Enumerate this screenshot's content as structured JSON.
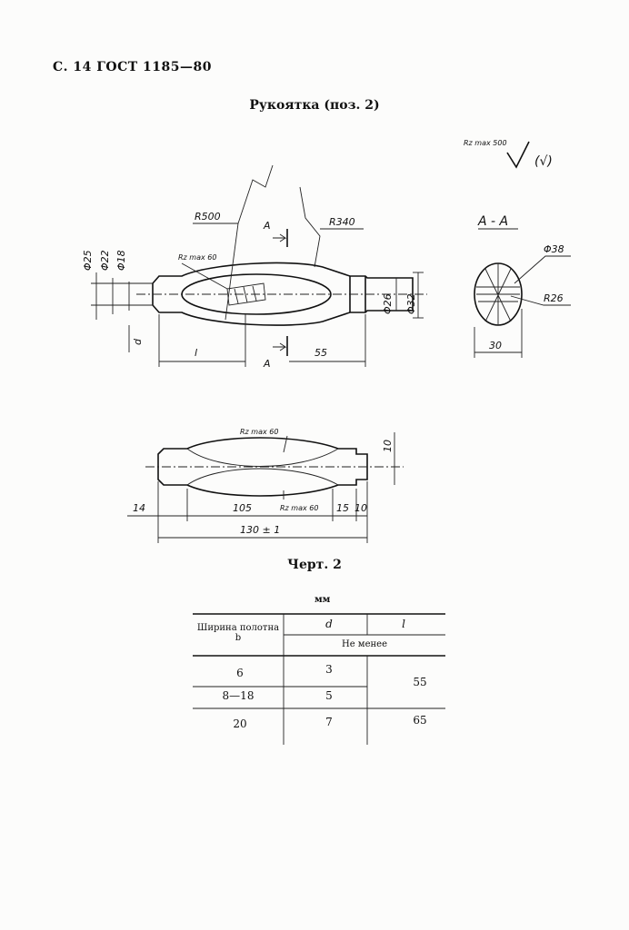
{
  "header": {
    "page_ref": "С. 14 ГОСТ 1185—80"
  },
  "drawing": {
    "title": "Рукоятка (поз. 2)",
    "roughness_general": "Rz max 500",
    "roughness_other": "(√)",
    "section_label": "A - A",
    "section_mark_top": "A",
    "section_mark_bottom": "A",
    "dims": {
      "r500": "R500",
      "r340": "R340",
      "d25": "Φ25",
      "d22": "Φ22",
      "d18": "Φ18",
      "rz60_top": "Rz max 60",
      "d26": "Φ26",
      "d32": "Φ32",
      "d": "d",
      "l": "l",
      "l55": "55",
      "d38": "Φ38",
      "r26": "R26",
      "w30": "30",
      "rz60_side": "Rz max 60",
      "rz60_bottom": "Rz max 60",
      "h10": "10",
      "l14": "14",
      "l105": "105",
      "l15": "15",
      "l10": "10",
      "l130": "130 ± 1"
    },
    "caption": "Черт. 2"
  },
  "table": {
    "units": "мм",
    "col_width_header": "Ширина полотна b",
    "col_d": "d",
    "col_l": "l",
    "subheader": "Не менее",
    "rows": [
      {
        "width": "6",
        "d": "3",
        "l": "55"
      },
      {
        "width": "8—18",
        "d": "5",
        "l": ""
      },
      {
        "width": "20",
        "d": "7",
        "l": "65"
      }
    ]
  }
}
